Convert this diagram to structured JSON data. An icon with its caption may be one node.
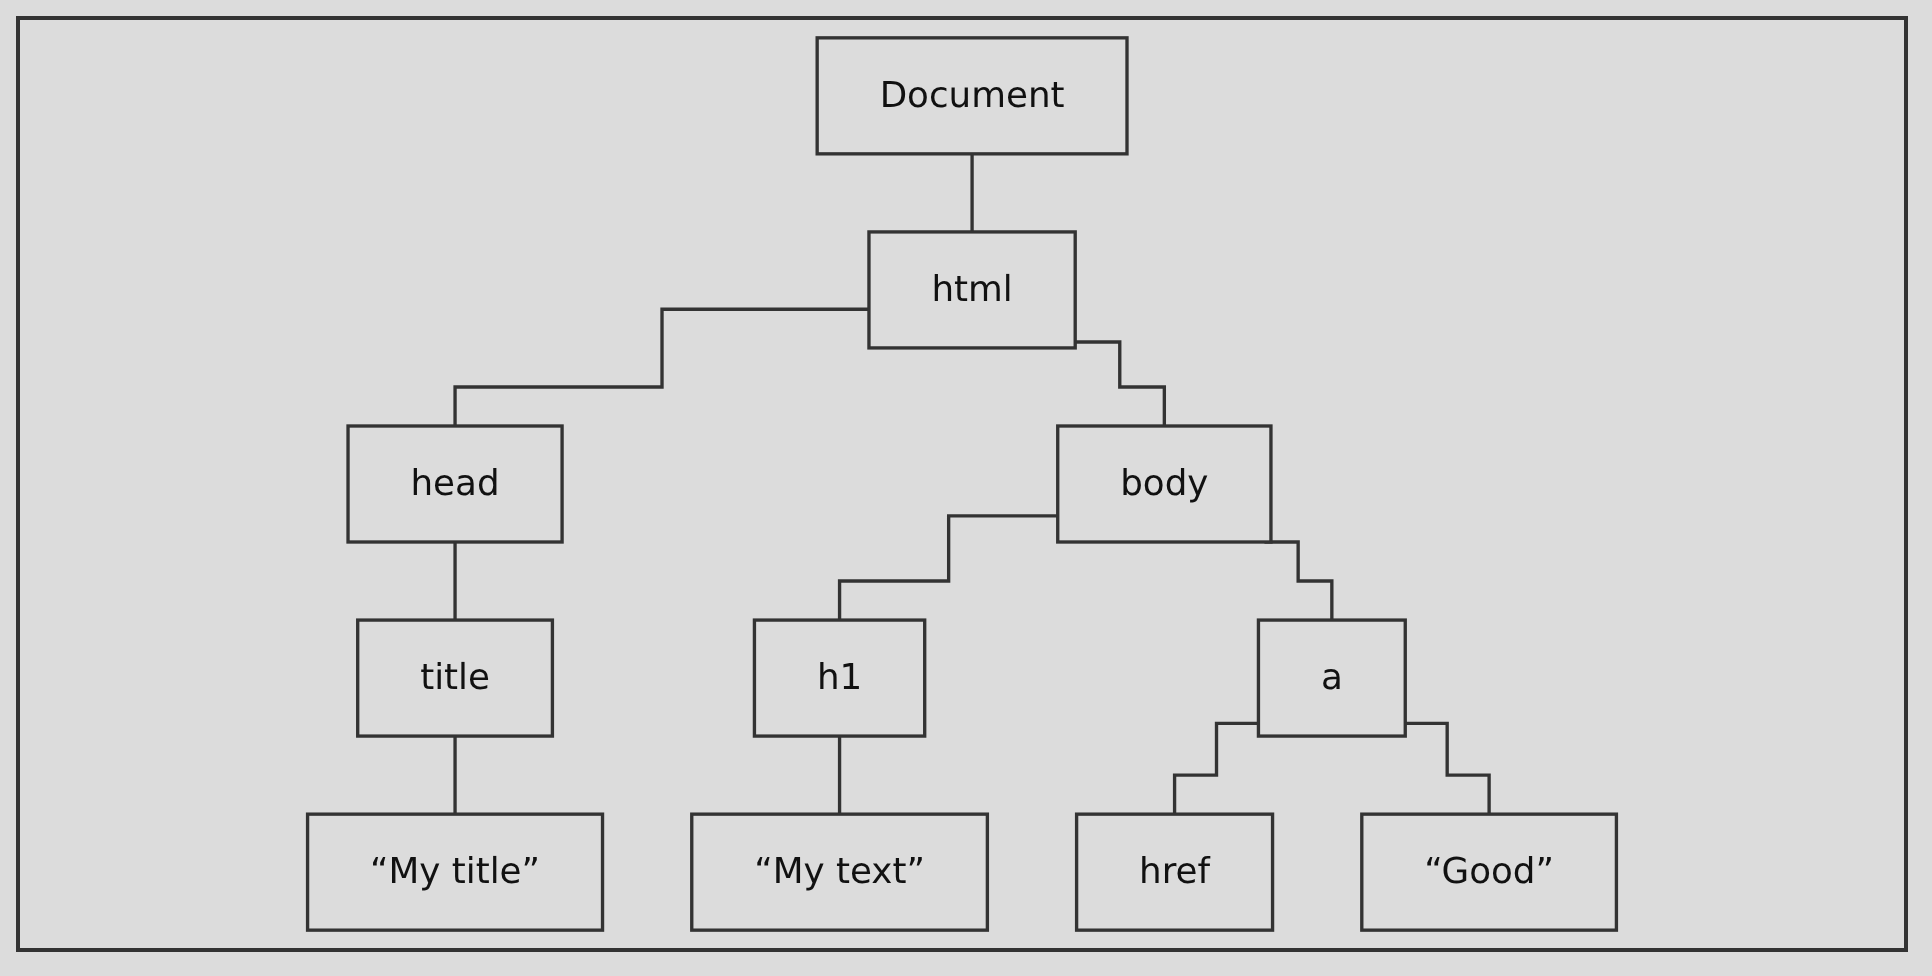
{
  "diagram": {
    "nodes": [
      {
        "text": [
          "Document"
        ]
      },
      {
        "text": [
          "html"
        ]
      },
      {
        "text": [
          "head"
        ]
      },
      {
        "text": [
          "body"
        ]
      },
      {
        "text": [
          "title"
        ]
      },
      {
        "text": [
          "h1"
        ]
      },
      {
        "text": [
          "a"
        ]
      },
      {
        "text": [
          "href"
        ]
      },
      {
        "text": [
          "“My title”"
        ]
      },
      {
        "text": [
          "“My text”"
        ]
      },
      {
        "text": [
          "“Good”"
        ]
      }
    ],
    "edges": [
      {
        "from": 0,
        "to": 1,
        "arrow": "none"
      },
      {
        "from": 1,
        "to": 2,
        "arrow": "none"
      },
      {
        "from": 1,
        "to": 3,
        "arrow": "none"
      },
      {
        "from": 2,
        "to": 4,
        "arrow": "none"
      },
      {
        "from": 3,
        "to": 5,
        "arrow": "none"
      },
      {
        "from": 3,
        "to": 6,
        "arrow": "none"
      },
      {
        "from": 6,
        "to": 7,
        "arrow": "none"
      },
      {
        "from": 4,
        "to": 8,
        "arrow": "none"
      },
      {
        "from": 5,
        "to": 9,
        "arrow": "none"
      },
      {
        "from": 6,
        "to": 10,
        "arrow": "none"
      }
    ]
  }
}
